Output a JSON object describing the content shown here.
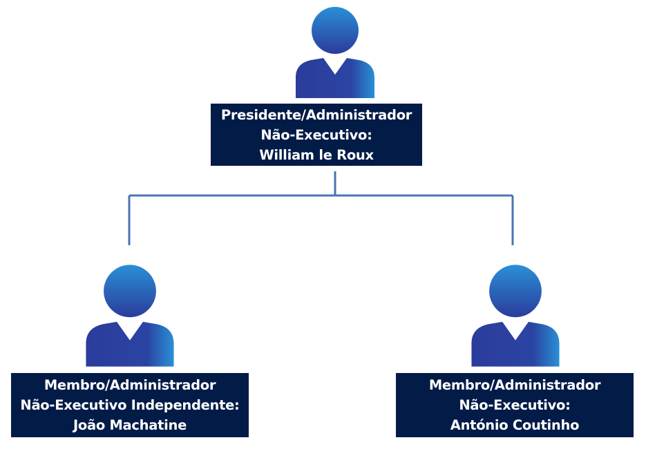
{
  "org_chart": {
    "colors": {
      "box_background": "#031b47",
      "box_text": "#ffffff",
      "connector": "#4a74b4",
      "icon_light": "#2a8fd6",
      "icon_dark": "#2b3c9c"
    },
    "top": {
      "line1": "Presidente/Administrador",
      "line2": "Não-Executivo:",
      "line3": "William le Roux",
      "icon": "person-icon"
    },
    "left": {
      "line1": "Membro/Administrador",
      "line2": "Não-Executivo Independente:",
      "line3": "João Machatine",
      "icon": "person-icon"
    },
    "right": {
      "line1": "Membro/Administrador",
      "line2": "Não-Executivo:",
      "line3": "António Coutinho",
      "icon": "person-icon"
    }
  }
}
